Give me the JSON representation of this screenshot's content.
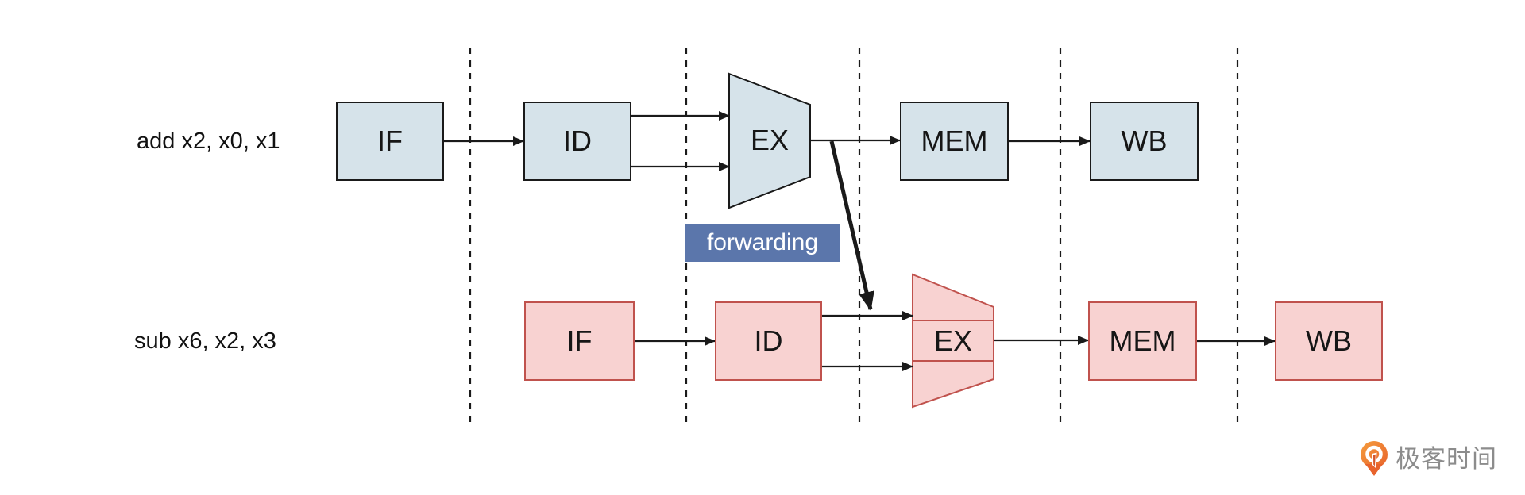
{
  "diagram_title": "pipeline-forwarding",
  "rows": [
    {
      "instruction": "add x2, x0, x1",
      "stages": [
        "IF",
        "ID",
        "EX",
        "MEM",
        "WB"
      ]
    },
    {
      "instruction": "sub x6, x2, x3",
      "stages": [
        "IF",
        "ID",
        "EX",
        "MEM",
        "WB"
      ]
    }
  ],
  "forwarding": {
    "label": "forwarding"
  },
  "branding": {
    "logo_text": "极客时间"
  },
  "colors": {
    "background": "#ffffff",
    "line": "#1a1a1a",
    "row1_fill": "#d6e3ea",
    "row1_border": "#1a1a1a",
    "row2_fill": "#f8d2d1",
    "row2_border": "#c0524d",
    "forwarding_bg": "#5b76ab",
    "forwarding_text": "#ffffff",
    "logo_orange": "#e8632c",
    "logo_orange_light": "#f59d3d",
    "logo_text_gray": "#8c8c8c"
  }
}
